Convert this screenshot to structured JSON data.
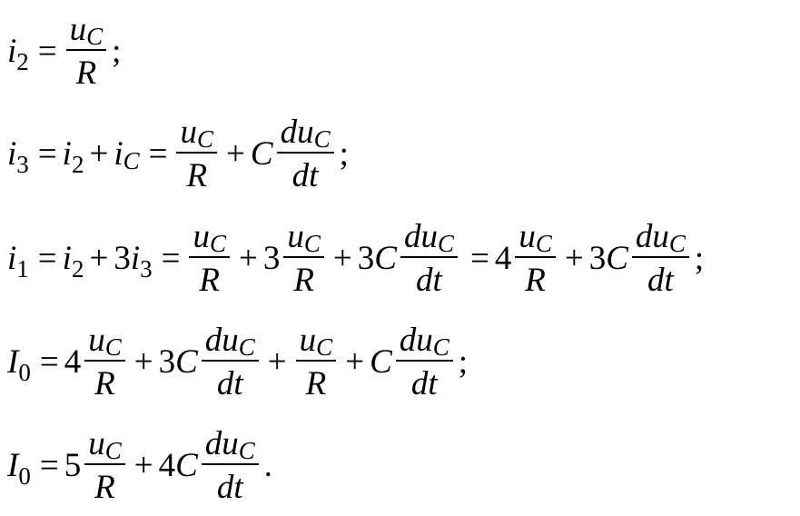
{
  "symbols": {
    "i": "i",
    "I": "I",
    "u": "u",
    "C": "C",
    "R": "R",
    "d": "d",
    "t": "t",
    "equals": "=",
    "plus": "+",
    "semicolon": ";",
    "period": "."
  },
  "subscripts": {
    "zero": "0",
    "one": "1",
    "two": "2",
    "three": "3",
    "C": "C"
  },
  "coefficients": {
    "three": "3",
    "four": "4",
    "five": "5"
  }
}
